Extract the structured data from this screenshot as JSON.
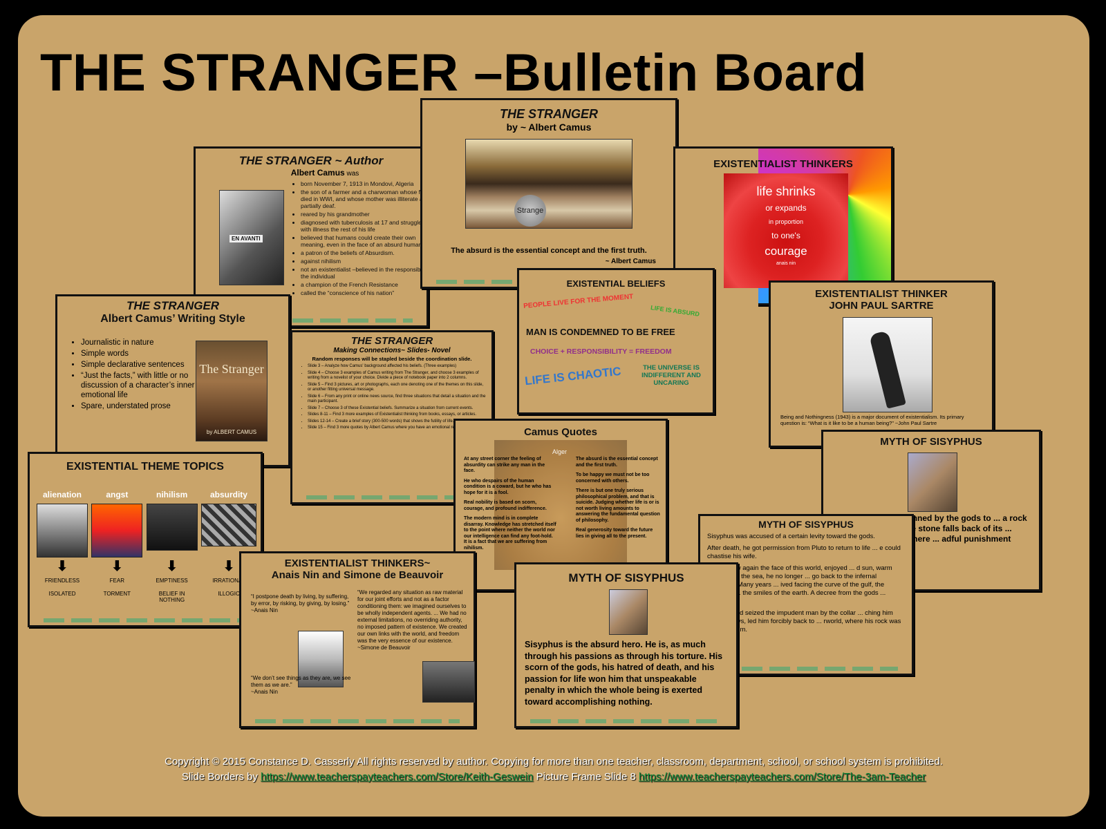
{
  "title": "THE STRANGER –Bulletin Board",
  "center": {
    "title": "THE STRANGER",
    "subtitle": "by ~ Albert Camus",
    "book_word": "Strange",
    "quote": "The absurd is the essential concept and the first truth.",
    "quote_author": "~ Albert Camus"
  },
  "author": {
    "title": "THE STRANGER ~ Author",
    "lead": "Albert Camus",
    "lead_suffix": " was",
    "photo_caption": "EN AVANTI",
    "items": [
      "born November 7, 1913 in Mondovi, Algeria",
      "the son of a farmer and a charwoman whose father died in WWI, and whose mother was illiterate and partially deaf.",
      "reared by his grandmother",
      "diagnosed with tuberculosis at 17 and struggled with illness the rest of his life",
      "believed that humans could create their own meaning, even in the face of an absurd human fate",
      "a patron of the beliefs of Absurdism.",
      "against nihilism",
      "not an existentialist –believed in the responsibility of the individual",
      "a champion of the French Resistance",
      "called the “conscience of his nation”"
    ]
  },
  "thinkers": {
    "title": "EXISTENTIALIST THINKERS",
    "poster_l1": "life shrinks",
    "poster_l2": "or expands",
    "poster_l3": "in proportion",
    "poster_l4": "to one's",
    "poster_l5": "courage",
    "poster_l6": "anais nin"
  },
  "style": {
    "title": "THE STRANGER",
    "subtitle": "Albert Camus’ Writing Style",
    "items": [
      "Journalistic in nature",
      "Simple words",
      "Simple declarative sentences",
      "“Just the facts,” with little or no discussion of a character’s inner emotional life",
      "Spare, understated prose"
    ],
    "cover_title": "The Stranger",
    "cover_author": "by ALBERT CAMUS"
  },
  "connections": {
    "title": "THE STRANGER",
    "subtitle": "Making Connections~ Slides- Novel",
    "intro": "Random responses will be stapled beside the coordination slide.",
    "items": [
      "Slide 3 – Analyze how Camus' background affected his beliefs. (Three examples)",
      "Slide 4 – Choose 3 examples of Camus writing from The Stranger, and choose 3 examples of writing from a novelist of your choice. Divide a piece of notebook paper into 2 columns.",
      "Slide 5 – Find 3 pictures, art or photographs, each one denoting one of the themes on this slide, or another fitting universal message.",
      "Slide 6 – From any print or online news source, find three situations that detail a situation and the main participant.",
      "Slide 7 – Choose 3 of these Existential beliefs. Summarize a situation from current events.",
      "Slides 8-11 – Find 3 more examples of Existentialist thinking from books, essays, or articles.",
      "Slides 12-14 – Create a brief story (300-500 words) that shows the futility of life.",
      "Slide 15 – Find 3 more quotes by Albert Camus where you have an emotional reaction."
    ]
  },
  "beliefs": {
    "title": "EXISTENTIAL BELIEFS",
    "b1": "PEOPLE LIVE FOR THE MOMENT",
    "b2": "LIFE IS ABSURD",
    "b3": "MAN IS CONDEMNED TO BE FREE",
    "b4": "CHOICE + RESPONSIBILITY = FREEDOM",
    "b5": "LIFE IS CHAOTIC",
    "b6": "THE UNIVERSE IS INDIFFERENT AND UNCARING"
  },
  "sartre": {
    "title1": "EXISTENTIALIST THINKER",
    "title2": "JOHN PAUL SARTRE",
    "caption": "Being and Nothingness (1943) is a major document of existentialism. Its primary question is: “What is it like to be a human being?” ~John Paul Sartre"
  },
  "themes": {
    "title": "EXISTENTIAL THEME TOPICS",
    "topics": [
      "alienation",
      "angst",
      "nihilism",
      "absurdity"
    ],
    "results1": [
      "FRIENDLESS",
      "FEAR",
      "EMPTINESS",
      "IRRATIONAL"
    ],
    "results2": [
      "ISOLATED",
      "TORMENT",
      "BELIEF IN NOTHING",
      "ILLOGIC"
    ]
  },
  "quotes": {
    "title": "Camus Quotes",
    "map_label": "Alger",
    "left": [
      "At any street corner the feeling of absurdity can strike any man in the face.",
      "He who despairs of the human condition is a coward, but he who has hope for it is a fool.",
      "Real nobility is based on scorn, courage, and profound indifference.",
      "The modern mind is in complete disarray. Knowledge has stretched itself to the point where neither the world nor our intelligence can find any foot-hold. It is a fact that we are suffering from nihilism."
    ],
    "right": [
      "The absurd is the essential concept and the first truth.",
      "To be happy we must not be too concerned with others.",
      "There is but one truly serious philosophical problem, and that is suicide. Judging whether life is or is not worth living amounts to answering the fundamental question of philosophy.",
      "Real generosity toward the future lies in giving all to the present."
    ]
  },
  "sisyphus1": {
    "title": "MYTH OF SISYPHUS",
    "text": "Sisyphus is condemned by the gods to ... a rock to the top of a ... the stone falls back of its ... gods thought that there ... adful punishment than ... ss labor."
  },
  "sisyphus2": {
    "title": "MYTH OF SISYPHUS",
    "p1": "Sisyphus was accused of a certain levity toward the gods.",
    "p2": "After death, he got permission from Pluto to return to life ... e could chastise his wife.",
    "p3": "... n he saw again the face of this world, enjoyed ... d sun, warm stones and the sea, he no longer ... go back to the infernal darkness. Many years ... ived facing the curve of the gulf, the sparkling ... the smiles of the earth. A decree from the gods ... essary.",
    "p4": "... came and seized the impudent man by the collar ... ching him from his joys, led him forcibly back to ... rworld, where his rock was ready for him."
  },
  "nin": {
    "title1": "EXISTENTIALIST THINKERS~",
    "title2": "Anais Nin and Simone de Beauvoir",
    "q1": "“I postpone death by living, by suffering, by error, by risking, by giving, by losing.”",
    "q1_author": "~Anais Nin",
    "q2": "“We regarded any situation as raw material for our joint efforts and not as a factor conditioning them: we imagined ourselves to be wholly independent agents. ... We had no external limitations, no overriding authority, no imposed pattern of existence. We created our own links with the world, and freedom was the very essence of our existence.",
    "q2_author": "~Simone de Beauvoir",
    "q3": "“We don’t see things as they are, we see them as we are.”",
    "q3_author": "~Anais Nin"
  },
  "sisyphus3": {
    "title": "MYTH OF SISYPHUS",
    "text": "Sisyphus is the absurd hero. He is, as much through his passions as through his torture. His scorn of the gods, his hatred of death, and his passion for life won him that unspeakable penalty in which the whole being is exerted toward accomplishing nothing."
  },
  "footer": {
    "line1": "Copyright © 2015 Constance D. Casserly     All rights reserved by author.   Copying for more than one teacher, classroom, department, school, or school system is prohibited.",
    "line2_prefix": "Slide Borders by ",
    "link1": "https://www.teacherspayteachers.com/Store/Keith-Geswein",
    "line2_mid": "  Picture Frame  Slide 8  ",
    "link2": "https://www.teacherspayteachers.com/Store/The-3am-Teacher"
  }
}
